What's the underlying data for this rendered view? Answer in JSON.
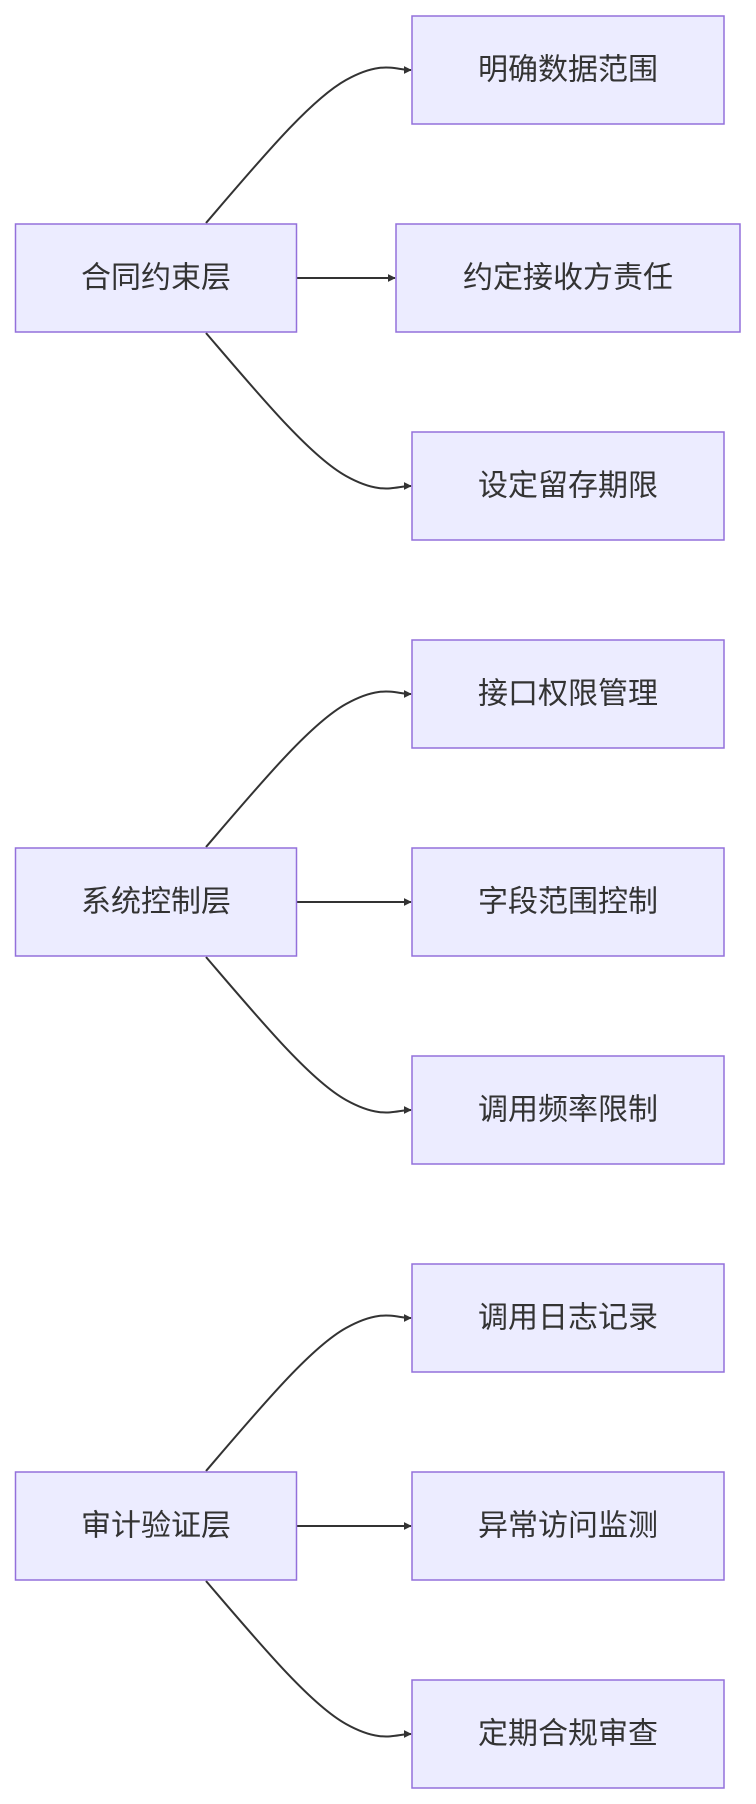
{
  "diagram": {
    "type": "flowchart",
    "colors": {
      "node_fill": "#ECECFF",
      "node_stroke": "#9370DB",
      "edge": "#333333",
      "text": "#333333"
    },
    "groups": [
      {
        "source": "合同约束层",
        "targets": [
          "明确数据范围",
          "约定接收方责任",
          "设定留存期限"
        ]
      },
      {
        "source": "系统控制层",
        "targets": [
          "接口权限管理",
          "字段范围控制",
          "调用频率限制"
        ]
      },
      {
        "source": "审计验证层",
        "targets": [
          "调用日志记录",
          "异常访问监测",
          "定期合规审查"
        ]
      }
    ]
  }
}
